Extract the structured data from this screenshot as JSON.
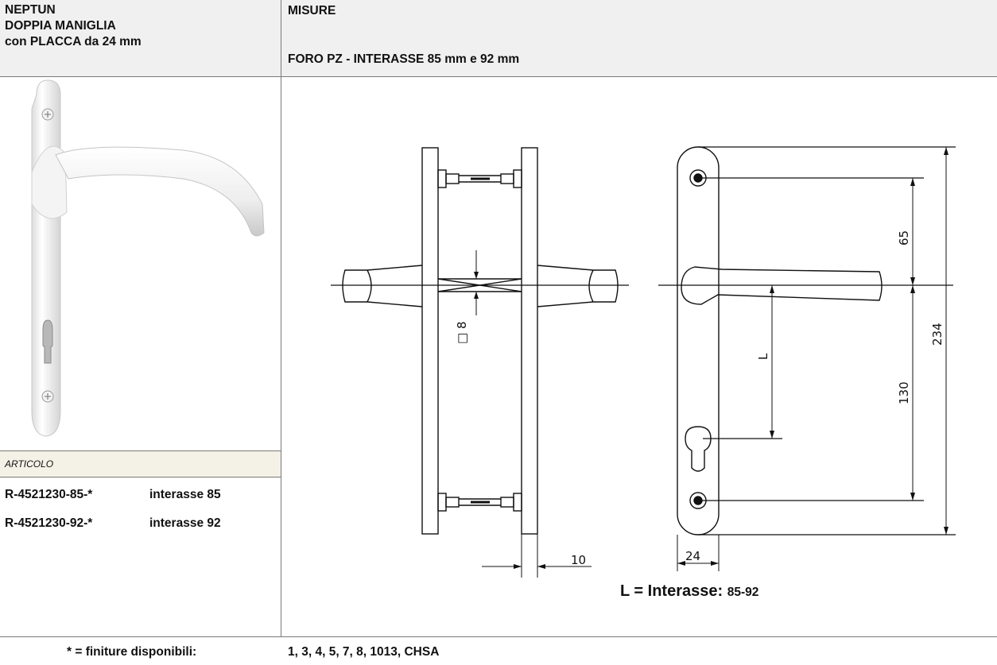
{
  "header": {
    "product_title_line1": "NEPTUN",
    "product_title_line2": "DOPPIA MANIGLIA",
    "product_title_line3": "con PLACCA da 24 mm",
    "measures_title": "MISURE",
    "measures_subtitle": "FORO PZ - INTERASSE 85 mm e 92 mm"
  },
  "articles": {
    "label": "ARTICOLO",
    "items": [
      {
        "code": "R-4521230-85-*",
        "description": "interasse 85"
      },
      {
        "code": "R-4521230-92-*",
        "description": "interasse 92"
      }
    ]
  },
  "drawing": {
    "dim_square": "□ 8",
    "dim_thickness": "10",
    "dim_plate_width": "24",
    "dim_upper": "65",
    "dim_lower": "130",
    "dim_total": "234",
    "dim_l": "L",
    "formula_main": "L = Interasse: ",
    "formula_values": "85-92"
  },
  "footer": {
    "finishes_label": "* = finiture disponibili:",
    "finishes_values": "1, 3, 4, 5, 7, 8, 1013, CHSA"
  },
  "colors": {
    "header_bg": "#f0f0f0",
    "article_header_bg": "#f4f1e7",
    "grid_line": "#7a7a7a"
  }
}
